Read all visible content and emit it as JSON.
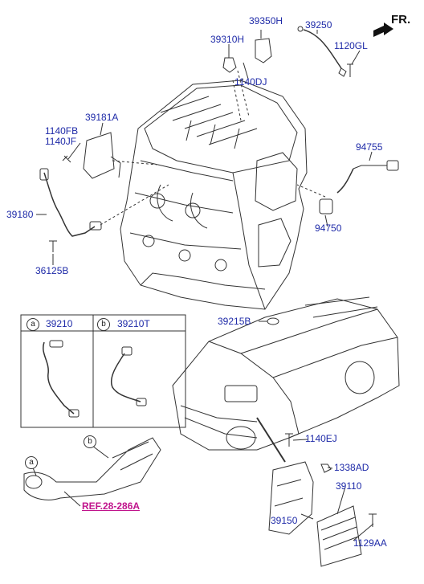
{
  "direction_label": "FR.",
  "callouts": {
    "c39350H": "39350H",
    "c39250": "39250",
    "c39310H": "39310H",
    "c1120GL": "1120GL",
    "c1140DJ": "1140DJ",
    "c39181A": "39181A",
    "c1140FB": "1140FB",
    "c1140JF": "1140JF",
    "c94755": "94755",
    "c39180": "39180",
    "c94750": "94750",
    "c36125B": "36125B",
    "c39215B": "39215B",
    "c39210": "39210",
    "c39210T": "39210T",
    "c1140EJ": "1140EJ",
    "c1338AD": "1338AD",
    "c39110": "39110",
    "c39150": "39150",
    "c1129AA": "1129AA"
  },
  "markers": {
    "a": "a",
    "b": "b"
  },
  "reference": "REF.28-286A",
  "colors": {
    "callout": "#1e2aa8",
    "reference": "#c0148c",
    "line": "#333333"
  }
}
